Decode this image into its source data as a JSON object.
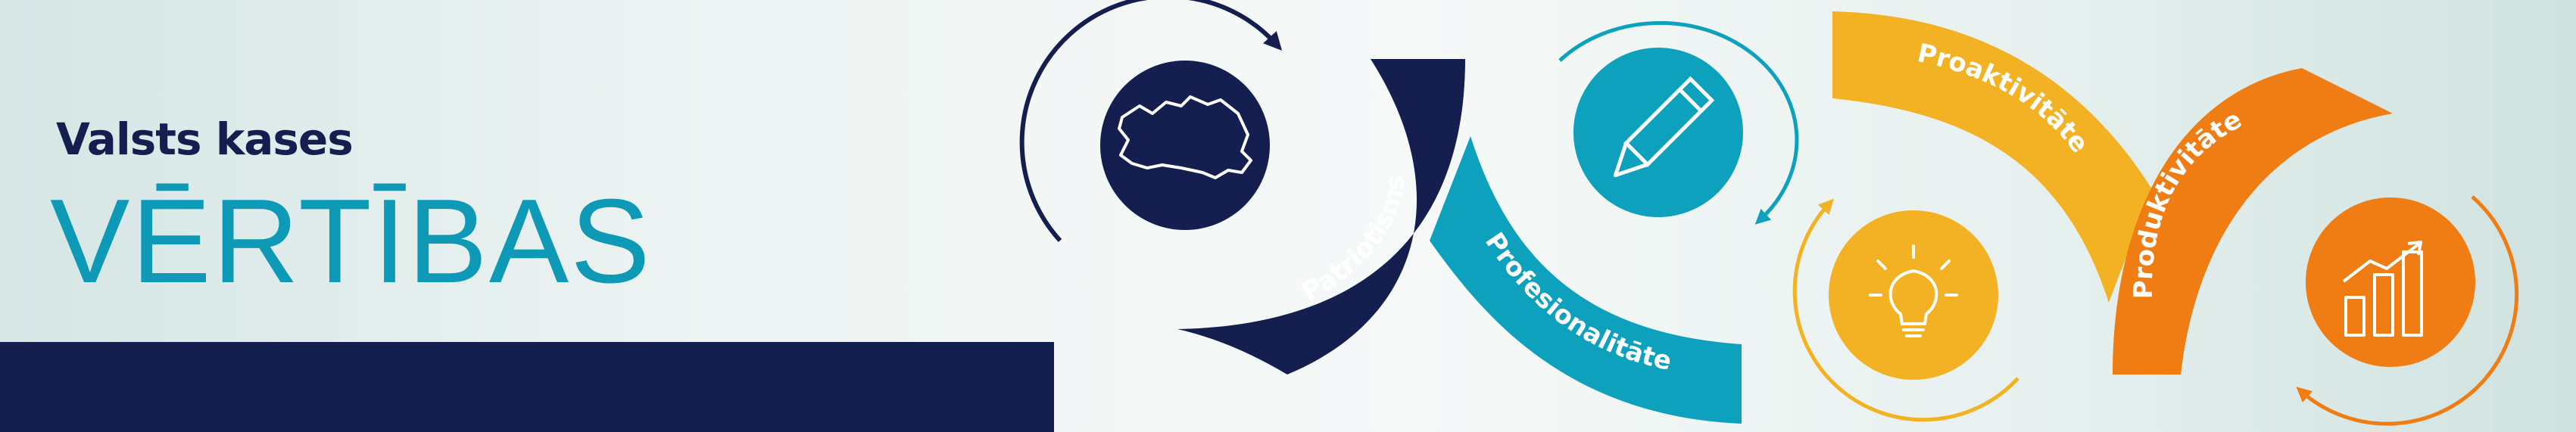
{
  "heading": {
    "subtitle": "Valsts kases",
    "title": "VĒRTĪBAS"
  },
  "values": [
    {
      "label": "Patriotisms",
      "icon": "latvia-map-icon",
      "color": "#141f4f"
    },
    {
      "label": "Profesionalitāte",
      "icon": "pencil-icon",
      "color": "#0ea1bd"
    },
    {
      "label": "Proaktivitāte",
      "icon": "lightbulb-icon",
      "color": "#f3b224"
    },
    {
      "label": "Produktivitāte",
      "icon": "bar-chart-icon",
      "color": "#ef7d14"
    }
  ]
}
